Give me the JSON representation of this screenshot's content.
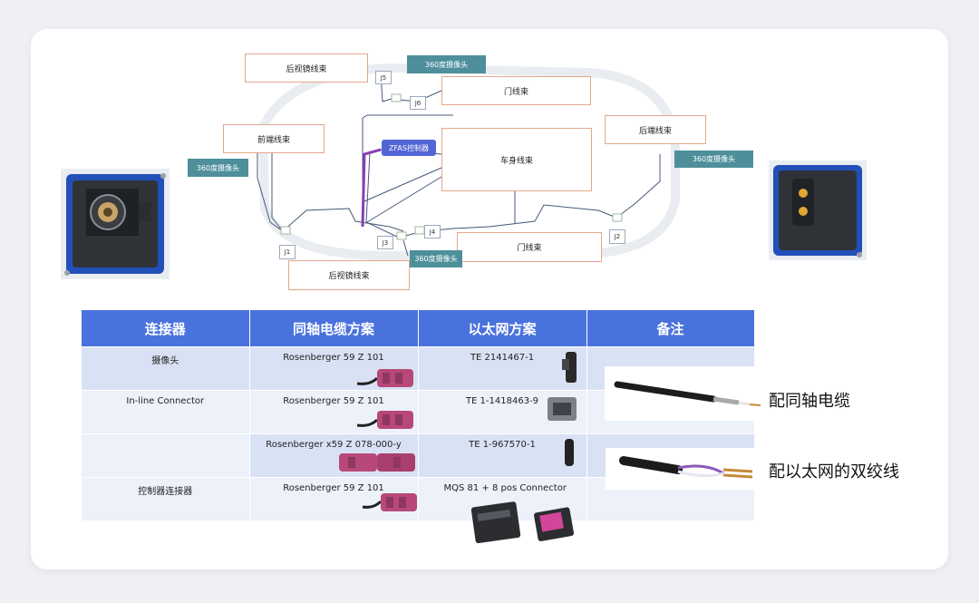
{
  "diagram": {
    "harness_labels": {
      "rear_mirror_top": "后视镜线束",
      "door_top": "门线束",
      "front": "前端线束",
      "body": "车身线束",
      "rear": "后端线束",
      "door_bottom": "门线束",
      "rear_mirror_bottom": "后视镜线束"
    },
    "camera_labels": {
      "top": "360度摄像头",
      "left": "360度摄像头",
      "right": "360度摄像头",
      "bottom": "360度摄像头"
    },
    "controller": "ZFAS控制器",
    "junctions": [
      "J1",
      "J2",
      "J3",
      "J4",
      "J5",
      "J6"
    ]
  },
  "table": {
    "headers": [
      "连接器",
      "同轴电缆方案",
      "以太网方案",
      "备注"
    ],
    "rows": [
      {
        "connector": "摄像头",
        "coax": "Rosenberger 59 Z 101",
        "ethernet": "TE 2141467-1"
      },
      {
        "connector": "In-line Connector",
        "coax": "Rosenberger 59 Z 101",
        "ethernet": "TE 1-1418463-9"
      },
      {
        "connector": "",
        "coax": "Rosenberger x59 Z 078-000-y",
        "ethernet": "TE 1-967570-1"
      },
      {
        "connector": "控制器连接器",
        "coax": "Rosenberger 59 Z 101",
        "ethernet": "MQS 81 + 8 pos Connector"
      }
    ]
  },
  "notes": {
    "coax_cable": "配同轴电缆",
    "twisted_pair": "配以太网的双绞线"
  },
  "colors": {
    "header_blue": "#4a72dd",
    "camera_teal": "#4e8f9b",
    "controller_blue": "#5266d6",
    "connector_pink": "#b8487a"
  }
}
